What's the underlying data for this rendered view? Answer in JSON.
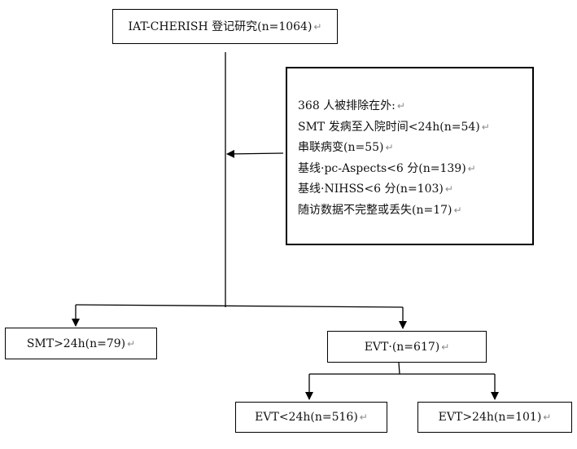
{
  "return_mark": "↵",
  "nodes": {
    "registry": {
      "label": "IAT-CHERISH 登记研究(n=1064)"
    },
    "smt_over_24h": {
      "label": "SMT>24h(n=79)"
    },
    "evt": {
      "label": "EVT·(n=617)"
    },
    "evt_under_24h": {
      "label": "EVT<24h(n=516)"
    },
    "evt_over_24h": {
      "label": "EVT>24h(n=101)"
    }
  },
  "exclusion": {
    "lines": [
      "368 人被排除在外:",
      "SMT 发病至入院时间<24h(n=54)",
      "串联病变(n=55)",
      "基线·pc-Aspects<6 分(n=139)",
      "基线·NIHSS<6 分(n=103)",
      "随访数据不完整或丢失(n=17)"
    ]
  },
  "colors": {
    "line": "#000000",
    "return_mark": "#8a8a8a"
  }
}
